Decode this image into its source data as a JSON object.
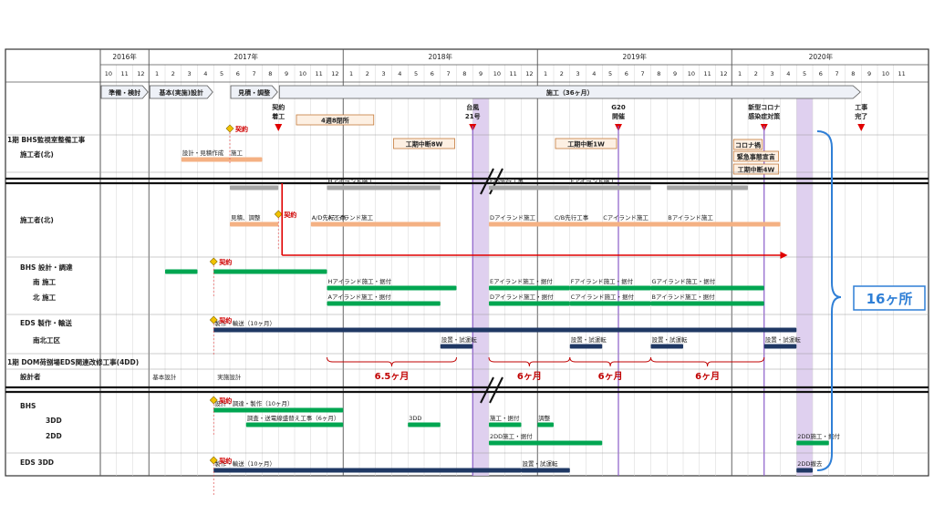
{
  "chart_data": {
    "type": "gantt",
    "years": [
      {
        "label": "2016年",
        "start": "2016-10",
        "end": "2016-12"
      },
      {
        "label": "2017年",
        "start": "2017-01",
        "end": "2017-12"
      },
      {
        "label": "2018年",
        "start": "2018-01",
        "end": "2018-12"
      },
      {
        "label": "2019年",
        "start": "2019-01",
        "end": "2019-12"
      },
      {
        "label": "2020年",
        "start": "2020-01",
        "end": "2020-11"
      }
    ],
    "months": [
      "10",
      "11",
      "12",
      "1",
      "2",
      "3",
      "4",
      "5",
      "6",
      "7",
      "8",
      "9",
      "10",
      "11",
      "12",
      "1",
      "2",
      "3",
      "4",
      "5",
      "6",
      "7",
      "8",
      "9",
      "10",
      "11",
      "12",
      "1",
      "2",
      "3",
      "4",
      "5",
      "6",
      "7",
      "8",
      "9",
      "10",
      "11",
      "12",
      "1",
      "2",
      "3",
      "4",
      "5",
      "6",
      "7",
      "8",
      "9",
      "10",
      "11"
    ],
    "phases": [
      {
        "label": "準備・検討",
        "start": "2016-10",
        "end": "2017-01"
      },
      {
        "label": "基本(実施)設計",
        "start": "2017-01",
        "end": "2017-05"
      },
      {
        "label": "見積・調整",
        "start": "2017-06",
        "end": "2017-09"
      },
      {
        "label": "施工（36ヶ月）",
        "start": "2017-09",
        "end": "2020-09"
      }
    ],
    "milestones": [
      {
        "label1": "契約",
        "label2": "着工",
        "date": "2017-09"
      },
      {
        "label1": "台風",
        "label2": "21号",
        "date": "2018-09"
      },
      {
        "label1": "G20",
        "label2": "開催",
        "date": "2019-06"
      },
      {
        "label1": "新型コロナ",
        "label2": "感染症対策",
        "date": "2020-03"
      },
      {
        "label1": "工事",
        "label2": "完了",
        "date": "2020-09"
      }
    ],
    "callouts": [
      {
        "label": "4週8閉所",
        "start": "2017-10",
        "end": "2018-03"
      },
      {
        "label": "工期中断8W",
        "start": "2018-04",
        "end": "2018-08"
      },
      {
        "label": "工期中断1W",
        "start": "2019-02",
        "end": "2019-06"
      },
      {
        "label": "コロナ禍",
        "start": "2020-01",
        "end": "2020-03"
      },
      {
        "label": "緊急事態宣言",
        "start": "2020-01",
        "end": "2020-04"
      },
      {
        "label": "工期中断4W",
        "start": "2020-01",
        "end": "2020-04"
      }
    ],
    "row_labels": [
      {
        "label": "1期 BHS監視室整備工事",
        "row": 0,
        "indent": 0
      },
      {
        "label": "施工者(北)",
        "row": 1,
        "indent": 1
      },
      {
        "label": "施工者(北)",
        "row": 3,
        "indent": 1
      },
      {
        "label": "BHS 設計・調達",
        "row": 4,
        "indent": 1
      },
      {
        "label": "南 施工",
        "row": 5,
        "indent": 2
      },
      {
        "label": "北 施工",
        "row": 6,
        "indent": 2
      },
      {
        "label": "EDS 製作・輸送",
        "row": 7,
        "indent": 1
      },
      {
        "label": "南北工区",
        "row": 8,
        "indent": 2
      },
      {
        "label": "1期 DOM荷捌場EDS関連改修工事(4DD)",
        "row": 9,
        "indent": 0
      },
      {
        "label": "設計者",
        "row": 10,
        "indent": 1
      },
      {
        "label": "BHS",
        "row": 11,
        "indent": 1
      },
      {
        "label": "3DD",
        "row": 12,
        "indent": 3
      },
      {
        "label": "2DD",
        "row": 13,
        "indent": 3
      },
      {
        "label": "EDS 3DD",
        "row": 14,
        "indent": 1
      }
    ],
    "bars": [
      {
        "row": 1,
        "start": "2017-03",
        "end": "2017-06",
        "color": "#f4b183",
        "label": "設計・見積作成"
      },
      {
        "row": 1,
        "start": "2017-06",
        "end": "2017-08",
        "color": "#f4b183",
        "label": "施工"
      },
      {
        "row": 2,
        "start": "2017-06",
        "end": "2017-09",
        "color": "#a6a6a6",
        "label": ""
      },
      {
        "row": 2,
        "start": "2017-12",
        "end": "2018-07",
        "color": "#a6a6a6",
        "label": "Hアイランド施工"
      },
      {
        "row": 2,
        "start": "2018-10",
        "end": "2019-03",
        "color": "#a6a6a6",
        "label": "F/G先行工事"
      },
      {
        "row": 2,
        "start": "2019-03",
        "end": "2019-08",
        "color": "#a6a6a6",
        "label": "Fアイランド施工"
      },
      {
        "row": 2,
        "start": "2019-09",
        "end": "2020-02",
        "color": "#a6a6a6",
        "label": ""
      },
      {
        "row": 3,
        "start": "2017-06",
        "end": "2017-09",
        "color": "#f4b183",
        "label": "見積、調整"
      },
      {
        "row": 3,
        "start": "2017-11",
        "end": "2018-04",
        "color": "#f4b183",
        "label": "A/D先行工事"
      },
      {
        "row": 3,
        "start": "2017-12",
        "end": "2018-07",
        "color": "#f4b183",
        "label": "Aアイランド施工"
      },
      {
        "row": 3,
        "start": "2018-10",
        "end": "2019-03",
        "color": "#f4b183",
        "label": "Dアイランド施工"
      },
      {
        "row": 3,
        "start": "2019-02",
        "end": "2019-06",
        "color": "#f4b183",
        "label": "C/B先行工事"
      },
      {
        "row": 3,
        "start": "2019-05",
        "end": "2019-10",
        "color": "#f4b183",
        "label": "Cアイランド施工"
      },
      {
        "row": 3,
        "start": "2019-09",
        "end": "2020-04",
        "color": "#f4b183",
        "label": "Bアイランド施工"
      },
      {
        "row": 4,
        "start": "2017-02",
        "end": "2017-04",
        "color": "#00a651",
        "label": ""
      },
      {
        "row": 4,
        "start": "2017-05",
        "end": "2017-12",
        "color": "#00a651",
        "label": ""
      },
      {
        "row": 5,
        "start": "2017-12",
        "end": "2018-08",
        "color": "#00a651",
        "label": "Hアイランド施工・据付"
      },
      {
        "row": 5,
        "start": "2018-10",
        "end": "2019-03",
        "color": "#00a651",
        "label": "Eアイランド施工・据付"
      },
      {
        "row": 5,
        "start": "2019-03",
        "end": "2019-08",
        "color": "#00a651",
        "label": "Fアイランド施工・据付"
      },
      {
        "row": 5,
        "start": "2019-08",
        "end": "2020-03",
        "color": "#00a651",
        "label": "Gアイランド施工・据付"
      },
      {
        "row": 6,
        "start": "2017-12",
        "end": "2018-07",
        "color": "#00a651",
        "label": "Aアイランド施工・据付"
      },
      {
        "row": 6,
        "start": "2018-10",
        "end": "2019-03",
        "color": "#00a651",
        "label": "Dアイランド施工・据付"
      },
      {
        "row": 6,
        "start": "2019-03",
        "end": "2019-08",
        "color": "#00a651",
        "label": "Cアイランド施工・据付"
      },
      {
        "row": 6,
        "start": "2019-08",
        "end": "2020-03",
        "color": "#00a651",
        "label": "Bアイランド施工・据付"
      },
      {
        "row": 7,
        "start": "2017-05",
        "end": "2020-05",
        "color": "#1f3864",
        "label": "製作・輸送（10ヶ月）"
      },
      {
        "row": 8,
        "start": "2018-07",
        "end": "2018-09",
        "color": "#1f3864",
        "label": "設置・試運転"
      },
      {
        "row": 8,
        "start": "2019-03",
        "end": "2019-05",
        "color": "#1f3864",
        "label": "設置・試運転"
      },
      {
        "row": 8,
        "start": "2019-08",
        "end": "2019-10",
        "color": "#1f3864",
        "label": "設置・試運転"
      },
      {
        "row": 8,
        "start": "2020-03",
        "end": "2020-05",
        "color": "#1f3864",
        "label": "設置・試運転"
      },
      {
        "row": 11,
        "start": "2017-05",
        "end": "2018-01",
        "color": "#00a651",
        "label": "設計・調達・製作（10ヶ月）"
      },
      {
        "row": 12,
        "start": "2017-07",
        "end": "2018-01",
        "color": "#00a651",
        "label": "調査・送電線盛替え工事（6ヶ月）"
      },
      {
        "row": 12,
        "start": "2018-05",
        "end": "2018-07",
        "color": "#00a651",
        "label": "3DD"
      },
      {
        "row": 12,
        "start": "2018-10",
        "end": "2018-12",
        "color": "#00a651",
        "label": "施工・据付"
      },
      {
        "row": 12,
        "start": "2019-01",
        "end": "2019-02",
        "color": "#00a651",
        "label": "調整"
      },
      {
        "row": 13,
        "start": "2018-10",
        "end": "2019-05",
        "color": "#00a651",
        "label": "2DD施工・据付"
      },
      {
        "row": 13,
        "start": "2020-05",
        "end": "2020-07",
        "color": "#00a651",
        "label": "2DD施工・据付"
      },
      {
        "row": 14,
        "start": "2017-05",
        "end": "2018-12",
        "color": "#1f3864",
        "label": "製作・輸送（10ヶ月）"
      },
      {
        "row": 14,
        "start": "2018-12",
        "end": "2019-03",
        "color": "#1f3864",
        "label": "設置・試運転"
      },
      {
        "row": 14,
        "start": "2020-05",
        "end": "2020-06",
        "color": "#1f3864",
        "label": "2DD撤去"
      }
    ],
    "contract_markers": [
      {
        "row": 0,
        "date": "2017-06",
        "label": "契約"
      },
      {
        "row": 3,
        "date": "2017-09",
        "label": "契約"
      },
      {
        "row": 4,
        "date": "2017-05",
        "label": "契約"
      },
      {
        "row": 7,
        "date": "2017-05",
        "label": "契約"
      },
      {
        "row": 11,
        "date": "2017-05",
        "label": "契約"
      },
      {
        "row": 14,
        "date": "2017-05",
        "label": "契約"
      }
    ],
    "design_texts": [
      {
        "label": "基本設計",
        "start": "2017-01",
        "end": "2017-03",
        "row": 10
      },
      {
        "label": "実施設計",
        "start": "2017-05",
        "end": "2017-07",
        "row": 10
      }
    ],
    "durations": [
      {
        "label": "6.5ヶ月",
        "start": "2017-12",
        "end": "2018-08"
      },
      {
        "label": "6ヶ月",
        "start": "2018-10",
        "end": "2019-03"
      },
      {
        "label": "6ヶ月",
        "start": "2019-03",
        "end": "2019-08"
      },
      {
        "label": "6ヶ月",
        "start": "2019-08",
        "end": "2020-03"
      }
    ],
    "highlights": [
      {
        "start": "2018-09",
        "end": "2018-10",
        "label": "台風21号"
      },
      {
        "start": "2020-05",
        "end": "2020-06",
        "label": "工期中断4W"
      }
    ],
    "total_callout": {
      "label": "16ヶ所"
    }
  }
}
